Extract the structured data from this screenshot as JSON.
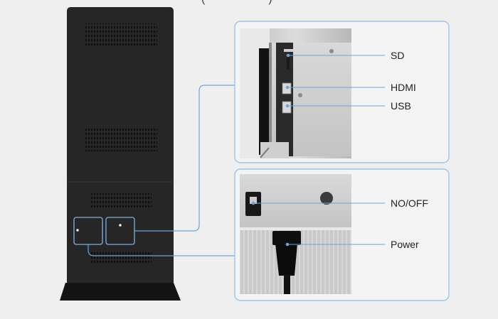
{
  "header": {
    "fragment": "(                    )"
  },
  "callouts": {
    "sd": "SD",
    "hdmi": "HDMI",
    "usb": "USB",
    "on_off": "NO/OFF",
    "power": "Power"
  },
  "colors": {
    "background": "#efefef",
    "kiosk_body": "#262626",
    "connector_line": "#6fa3d8",
    "panel_border": "#9cc3e8"
  },
  "icons": {
    "kiosk": "kiosk-illustration",
    "io_photo": "io-ports-photo",
    "power_photo": "power-panel-photo"
  }
}
